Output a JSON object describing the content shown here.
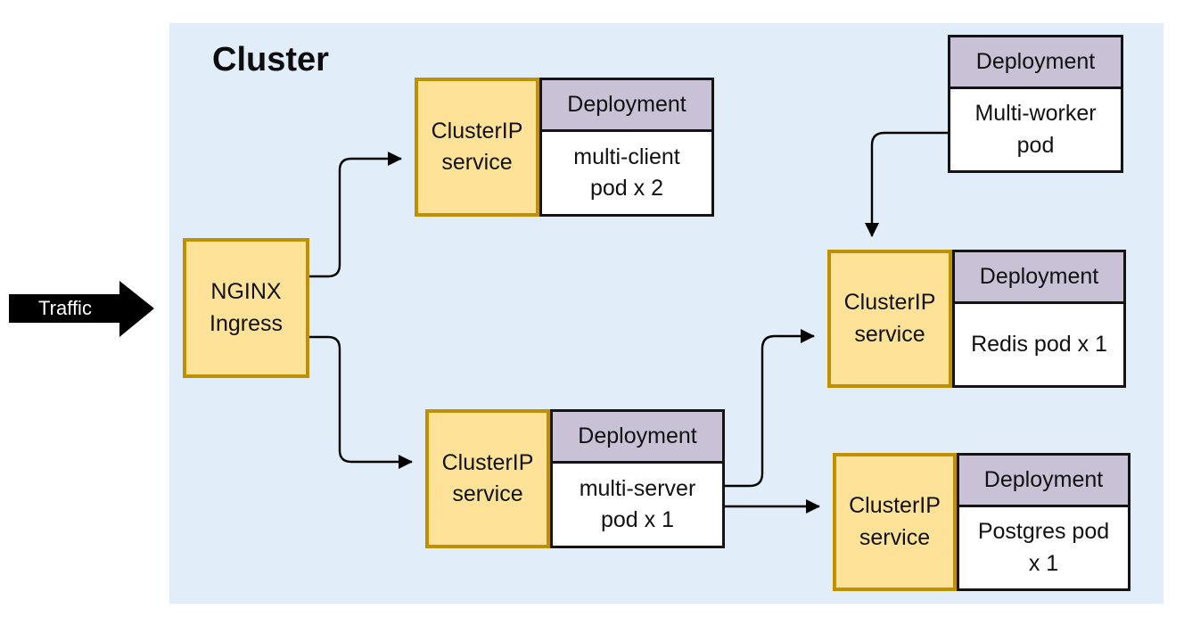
{
  "cluster": {
    "title": "Cluster"
  },
  "traffic": {
    "label": "Traffic"
  },
  "colors": {
    "cluster_bg": "#e1edf8",
    "service_fill": "#fde298",
    "service_border": "#bf9000",
    "deployment_fill": "#c9c1d6",
    "pod_fill": "#ffffff",
    "box_border": "#141414",
    "connector": "#000000",
    "traffic_fill": "#000000",
    "traffic_text": "#ffffff"
  },
  "nodes": {
    "nginx": {
      "label": "NGINX\nIngress"
    },
    "client": {
      "service": "ClusterIP\nservice",
      "deployment": "Deployment",
      "pod": "multi-client\npod x 2"
    },
    "server": {
      "service": "ClusterIP\nservice",
      "deployment": "Deployment",
      "pod": "multi-server\npod x 1"
    },
    "redis": {
      "service": "ClusterIP\nservice",
      "deployment": "Deployment",
      "pod": "Redis pod x 1"
    },
    "postgres": {
      "service": "ClusterIP\nservice",
      "deployment": "Deployment",
      "pod": "Postgres pod\nx 1"
    },
    "worker": {
      "deployment": "Deployment",
      "pod": "Multi-worker\npod"
    }
  }
}
